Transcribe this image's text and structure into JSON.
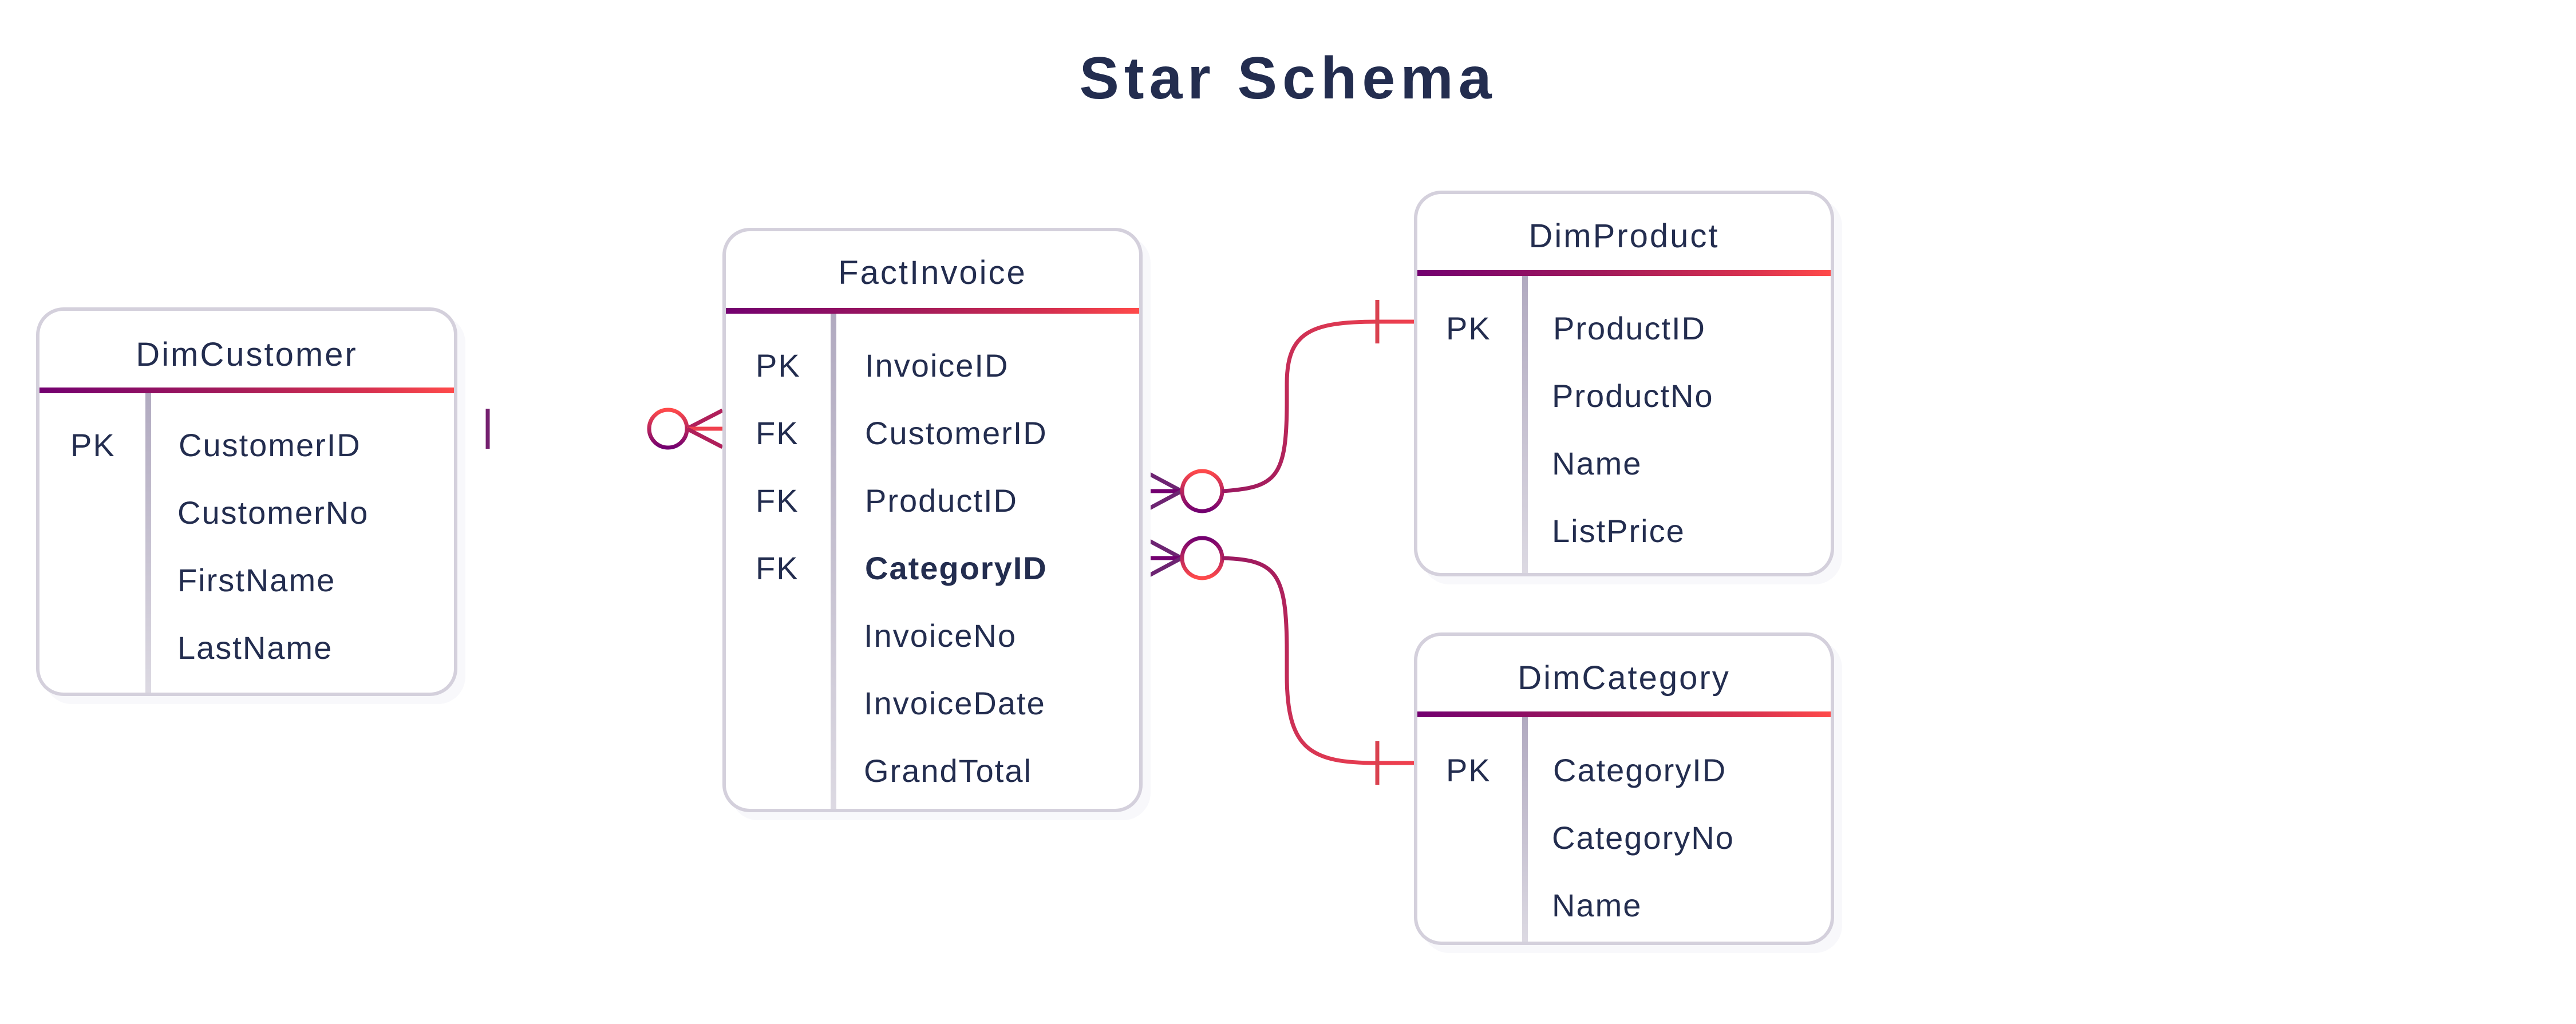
{
  "title": "Star Schema",
  "colors": {
    "text": "#232d4f",
    "gradient_start": "#730070",
    "gradient_end": "#ff4a4a",
    "border": "#d4d0dc"
  },
  "tables": {
    "dim_customer": {
      "name": "DimCustomer",
      "rows": [
        {
          "key": "PK",
          "column": "CustomerID"
        },
        {
          "key": "",
          "column": "CustomerNo"
        },
        {
          "key": "",
          "column": "FirstName"
        },
        {
          "key": "",
          "column": "LastName"
        }
      ]
    },
    "fact_invoice": {
      "name": "FactInvoice",
      "rows": [
        {
          "key": "PK",
          "column": "InvoiceID"
        },
        {
          "key": "FK",
          "column": "CustomerID"
        },
        {
          "key": "FK",
          "column": "ProductID"
        },
        {
          "key": "FK",
          "column": "CategoryID",
          "bold": true
        },
        {
          "key": "",
          "column": "InvoiceNo"
        },
        {
          "key": "",
          "column": "InvoiceDate"
        },
        {
          "key": "",
          "column": "GrandTotal"
        }
      ]
    },
    "dim_product": {
      "name": "DimProduct",
      "rows": [
        {
          "key": "PK",
          "column": "ProductID"
        },
        {
          "key": "",
          "column": "ProductNo"
        },
        {
          "key": "",
          "column": "Name"
        },
        {
          "key": "",
          "column": "ListPrice"
        }
      ]
    },
    "dim_category": {
      "name": "DimCategory",
      "rows": [
        {
          "key": "PK",
          "column": "CategoryID"
        },
        {
          "key": "",
          "column": "CategoryNo"
        },
        {
          "key": "",
          "column": "Name"
        }
      ]
    }
  },
  "relationships": [
    {
      "from": "DimCustomer.CustomerID",
      "to": "FactInvoice.CustomerID",
      "from_cardinality": "one",
      "to_cardinality": "zero-or-many"
    },
    {
      "from": "DimProduct.ProductID",
      "to": "FactInvoice.ProductID",
      "from_cardinality": "one",
      "to_cardinality": "zero-or-many"
    },
    {
      "from": "DimCategory.CategoryID",
      "to": "FactInvoice.CategoryID",
      "from_cardinality": "one",
      "to_cardinality": "zero-or-many"
    }
  ]
}
